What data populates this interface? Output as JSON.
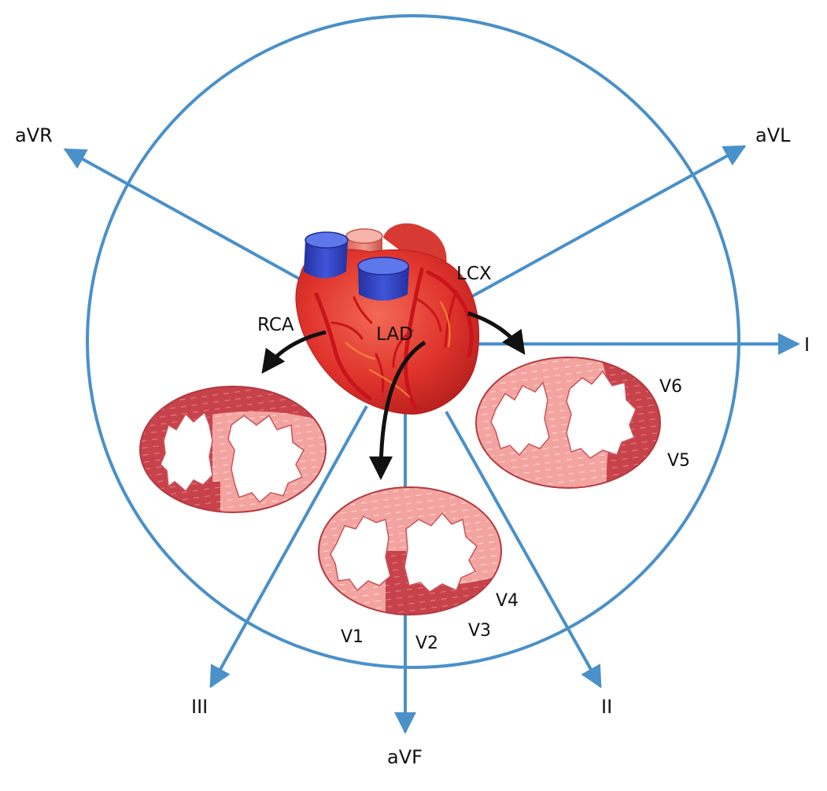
{
  "diagram": {
    "colors": {
      "axis_blue": "#4a90c9",
      "myocardium_pink": "#f3a4a0",
      "infarct_red": "#c7424a",
      "heart_red": "#e0342c",
      "vessel_blue": "#2f3ec0",
      "artery_red": "#d01818",
      "arrow_black": "#111111"
    },
    "leads": {
      "aVR": "aVR",
      "aVL": "aVL",
      "I": "I",
      "II": "II",
      "III": "III",
      "aVF": "aVF"
    },
    "arteries": {
      "rca": "RCA",
      "lad": "LAD",
      "lcx": "LCX"
    },
    "precordial": {
      "v1": "V1",
      "v2": "V2",
      "v3": "V3",
      "v4": "V4",
      "v5": "V5",
      "v6": "V6"
    },
    "cross_sections": [
      {
        "artery": "RCA",
        "infarct_region": "inferior"
      },
      {
        "artery": "LAD",
        "infarct_region": "septal/anterior",
        "leads": [
          "V1",
          "V2",
          "V3",
          "V4"
        ]
      },
      {
        "artery": "LCX",
        "infarct_region": "lateral",
        "leads": [
          "V5",
          "V6"
        ]
      }
    ]
  }
}
